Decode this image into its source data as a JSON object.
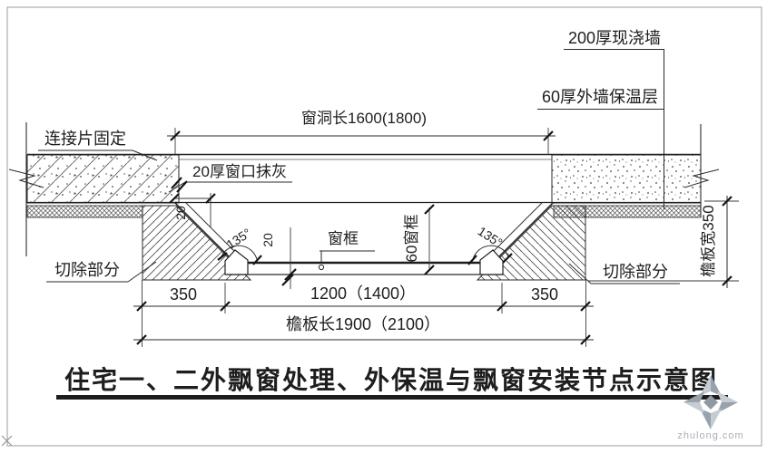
{
  "meta": {
    "kind": "architectural-detail-drawing",
    "language": "zh-CN"
  },
  "colors": {
    "ink": "#1e1e1e",
    "line": "#2a2a2a",
    "hatch": "#4c4c4c",
    "background": "#ffffff",
    "border": "#9e9e9e",
    "watermark_dark": "#98a2ac",
    "watermark_light": "#c6ccd2",
    "watermark_text": "#a8afb7"
  },
  "annotations": {
    "connector_fix": "连接片固定",
    "opening_plaster": "20厚窗口抹灰",
    "cast_wall": "200厚现浇墙",
    "insulation_layer": "60厚外墙保温层",
    "window_frame": "窗框",
    "frame_60": "60窗框",
    "cut_left": "切除部分",
    "cut_right": "切除部分"
  },
  "dimensions": {
    "opening_length": "窗洞长1600(1800)",
    "sill_left": "350",
    "sill_middle": "1200（1400）",
    "sill_right": "350",
    "board_length": "檐板长1900（2100）",
    "board_width": "檐板宽350",
    "angle_left": "135°",
    "angle_right": "135°",
    "offset_20a": "20",
    "offset_20b": "20"
  },
  "title": "住宅一、二外飘窗处理、外保温与飘窗安装节点示意图",
  "watermark": "zhulong.com"
}
